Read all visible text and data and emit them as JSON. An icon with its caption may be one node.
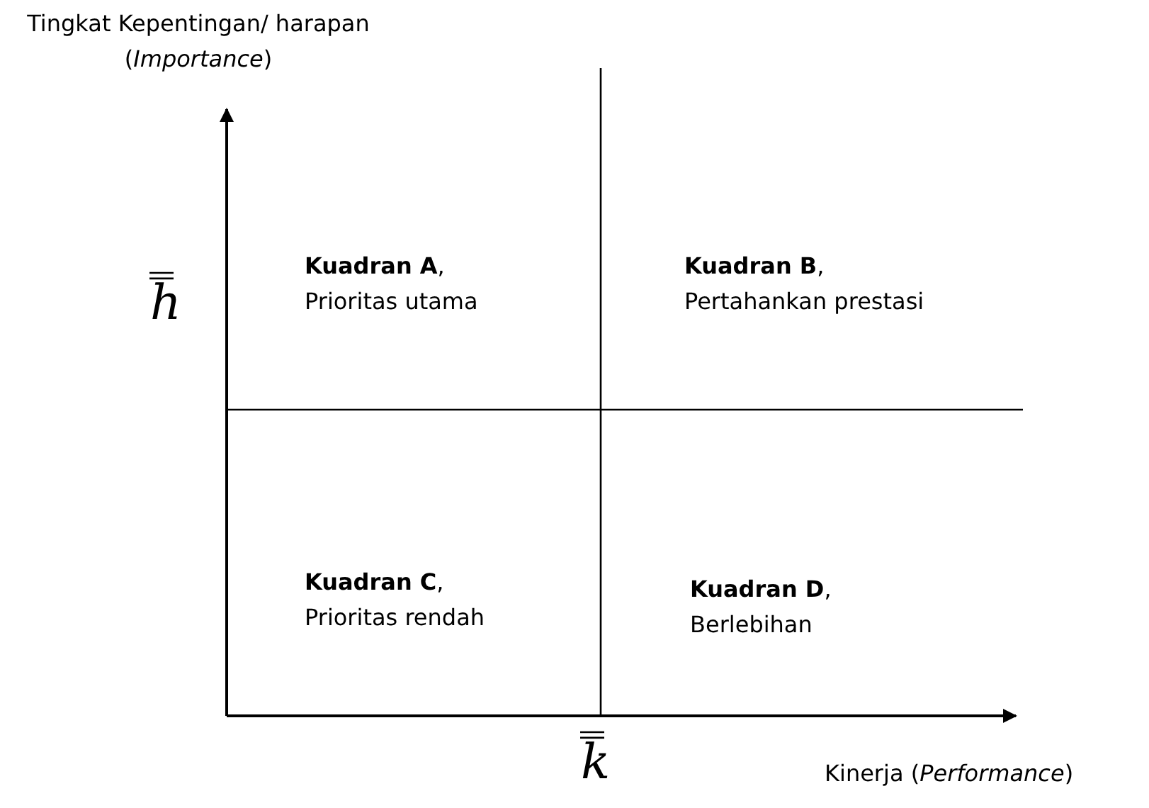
{
  "diagram": {
    "labels": [
      "Tingkat Kepentingan/ harapan (*Importance*)",
      "**Kuadran A**, Prioritas utama",
      "**Kuadran B**, Pertahankan prestasi",
      "h̿",
      "**Kuadran C**, Prioritas rendah",
      "**Kuadran D**, Berlebihan",
      "k̿",
      "Kinerja (*Performance*)"
    ]
  }
}
